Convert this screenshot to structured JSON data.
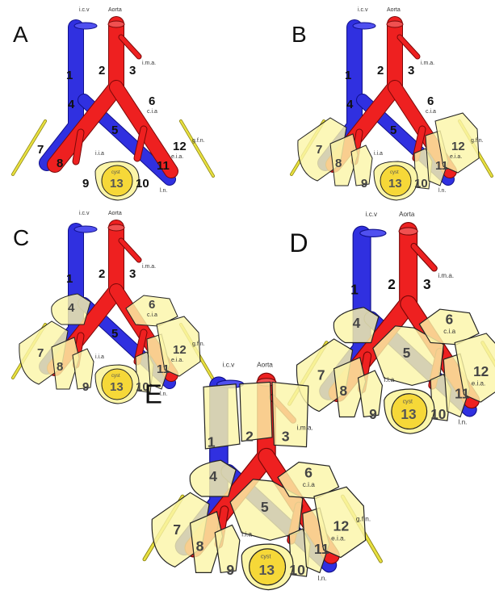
{
  "panels": [
    {
      "letter": "A",
      "stage": 0
    },
    {
      "letter": "B",
      "stage": 1
    },
    {
      "letter": "C",
      "stage": 2
    },
    {
      "letter": "D",
      "stage": 3
    },
    {
      "letter": "E",
      "stage": 4
    }
  ],
  "labels": {
    "icv": "i.c.v",
    "aorta": "Aorta",
    "ima": "i.m.a.",
    "cia": "c.i.a",
    "iia": "i.i.a",
    "eia": "e.i.a.",
    "gfn": "g.f.n.",
    "ln": "l.n.",
    "cyst": "cyst"
  },
  "zone_numbers": [
    "1",
    "2",
    "3",
    "4",
    "5",
    "6",
    "7",
    "8",
    "9",
    "10",
    "11",
    "12",
    "13"
  ],
  "colors": {
    "vein": "#3030e0",
    "artery": "#ee2020",
    "tissue": "#fbf5a8",
    "nerve": "#e8e040",
    "cyst": "#f6d838",
    "overlap_artery": "#e7892c",
    "overlap_vein": "#6c73b8"
  }
}
